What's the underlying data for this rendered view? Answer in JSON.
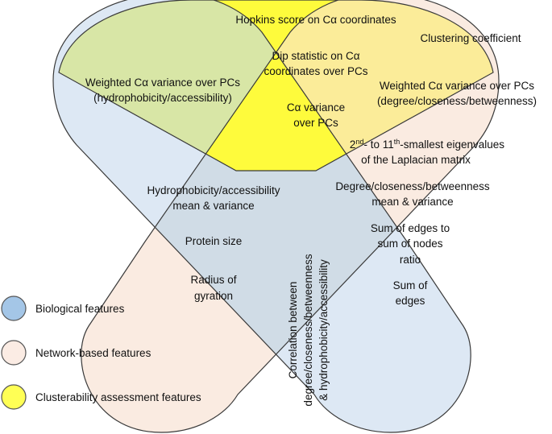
{
  "colors": {
    "biological": "#dde8f4",
    "network": "#faebe2",
    "clusterability": "#fffb3d",
    "overlap_bio_cluster": "#d7e4a6",
    "overlap_net_cluster": "#fbe99a",
    "overlap_bio_net": "#cfdbe6",
    "stroke": "#333333",
    "legend_bio": "#a3c5e6",
    "legend_net": "#fbece4",
    "legend_clu": "#ffff55"
  },
  "regions": {
    "top": {
      "line1": "Hopkins score on Cα coordinates",
      "line2a": "Dip statistic on Cα",
      "line2b": "coordinates over PCs",
      "line3a": "Cα variance",
      "line3b": "over PCs"
    },
    "bio_cluster": {
      "line1": "Weighted Cα variance over PCs",
      "line2": "(hydrophobicity/accessibility)"
    },
    "net_cluster": {
      "line1": "Clustering coefficient",
      "line2": "Weighted Cα variance over PCs",
      "line3": "(degree/closeness/betweenness)",
      "eig_base1": "2",
      "eig_sup1": "nd",
      "eig_mid": "- to 11",
      "eig_sup2": "th",
      "eig_end": "-smallest eigenvalues",
      "line5": "of the Laplacian matrix"
    },
    "bio": {
      "line1": "Hydrophobicity/accessibility",
      "line2": "mean & variance",
      "line3": "Protein size",
      "line4": "Radius of",
      "line5": "gyration"
    },
    "net": {
      "line1": "Degree/closeness/betweenness",
      "line2": "mean & variance",
      "line3": "Sum of edges to",
      "line4": "sum of nodes",
      "line5": "ratio",
      "line6": "Sum of",
      "line7": "edges"
    },
    "bio_net": {
      "line1": "Correlation between",
      "line2": "degree/closeness/betweenness",
      "line3": "& hydrophobicity/accessibility"
    }
  },
  "legend": {
    "biological": "Biological features",
    "network": "Network-based features",
    "clusterability": "Clusterability assessment features"
  }
}
